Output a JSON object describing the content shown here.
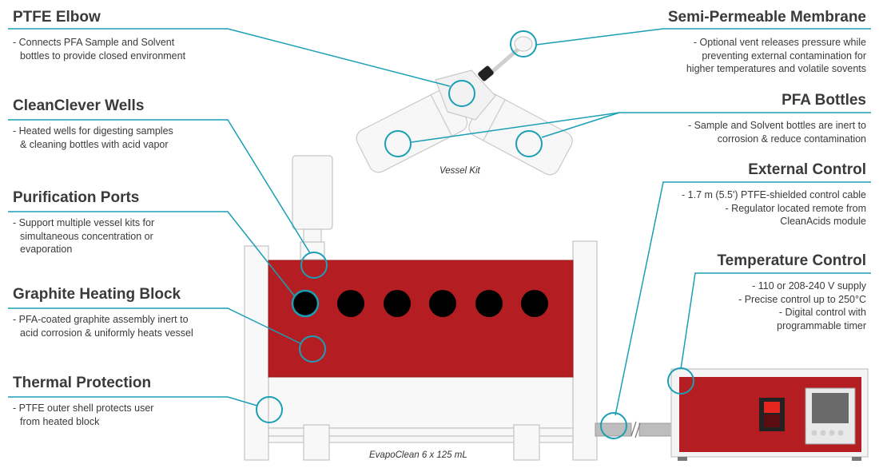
{
  "callouts": {
    "ptfe_elbow": {
      "title": "PTFE Elbow",
      "lines": [
        "- Connects PFA Sample and Solvent",
        "bottles to provide closed environment"
      ]
    },
    "cleanclever_wells": {
      "title": "CleanClever Wells",
      "lines": [
        "- Heated wells for digesting samples",
        "& cleaning bottles with acid vapor"
      ]
    },
    "purification_ports": {
      "title": "Purification Ports",
      "lines": [
        "- Support multiple vessel kits for",
        "simultaneous concentration or",
        "evaporation"
      ]
    },
    "graphite_heating_block": {
      "title": "Graphite Heating Block",
      "lines": [
        "- PFA-coated graphite assembly inert to",
        "acid corrosion & uniformly heats vessel"
      ]
    },
    "thermal_protection": {
      "title": "Thermal Protection",
      "lines": [
        "- PTFE outer shell protects user",
        "from heated block"
      ]
    },
    "semi_permeable_membrane": {
      "title": "Semi-Permeable Membrane",
      "lines": [
        "- Optional vent releases pressure while",
        "preventing external contamination for",
        "higher temperatures and volatile sovents"
      ]
    },
    "pfa_bottles": {
      "title": "PFA Bottles",
      "lines": [
        "- Sample and Solvent bottles are inert to",
        "corrosion & reduce contamination"
      ]
    },
    "external_control": {
      "title": "External Control",
      "lines": [
        "- 1.7 m (5.5') PTFE-shielded control cable",
        "- Regulator located remote from",
        "CleanAcids module"
      ]
    },
    "temperature_control": {
      "title": "Temperature Control",
      "lines": [
        "- 110 or 208-240 V supply",
        "- Precise control up to 250°C",
        "- Digital control with",
        "programmable timer"
      ]
    }
  },
  "captions": {
    "vessel_kit": "Vessel Kit",
    "evapoclean": "EvapoClean 6 x 125 mL"
  },
  "colors": {
    "accent": "#1a9fb5",
    "block_red": "#b41e23",
    "hole": "#000000",
    "title_text": "#3a3a3a"
  }
}
